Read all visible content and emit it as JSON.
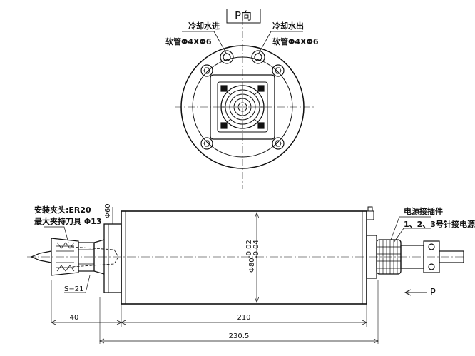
{
  "view": {
    "title": "P向",
    "coolant_in": {
      "line1": "冷却水进",
      "line2": "软管Φ4XΦ6"
    },
    "coolant_out": {
      "line1": "冷却水出",
      "line2": "软管Φ4XΦ6"
    }
  },
  "side": {
    "collet": {
      "line1": "安装夹头:ER20",
      "line2": "最大夹持刀具 Φ13"
    },
    "dia_front": "Φ60",
    "dia_body": "Φ80-0.02/-0.04",
    "dia_body_main": "Φ80",
    "tol_upper": "-0.02",
    "tol_lower": "-0.04",
    "wrench": "S=21",
    "dim_nose": "40",
    "dim_body": "210",
    "dim_total": "230.5",
    "connector": {
      "line1": "电源接插件",
      "line2": "1、2、3号针接电源"
    },
    "view_arrow": "P"
  }
}
